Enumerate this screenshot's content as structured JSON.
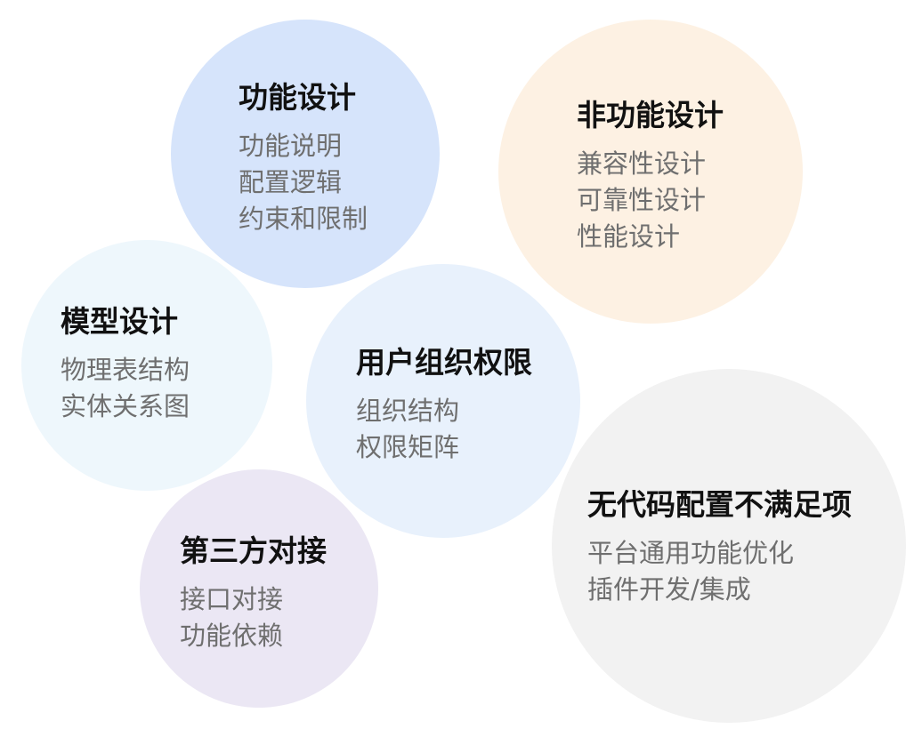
{
  "colors": {
    "functional": "#d6e4fb",
    "non_functional": "#fdf1e3",
    "model": "#eef7fc",
    "org": "#e8f1fc",
    "third_party": "#ebe7f4",
    "no_code": "#f2f2f2"
  },
  "bubbles": {
    "functional": {
      "title": "功能设计",
      "items": [
        "功能说明",
        "配置逻辑",
        "约束和限制"
      ]
    },
    "non_functional": {
      "title": "非功能设计",
      "items": [
        "兼容性设计",
        "可靠性设计",
        "性能设计"
      ]
    },
    "model": {
      "title": "模型设计",
      "items": [
        "物理表结构",
        "实体关系图"
      ]
    },
    "org": {
      "title": "用户组织权限",
      "items": [
        "组织结构",
        "权限矩阵"
      ]
    },
    "third_party": {
      "title": "第三方对接",
      "items": [
        "接口对接",
        "功能依赖"
      ]
    },
    "no_code": {
      "title": "无代码配置不满足项",
      "items": [
        "平台通用功能优化",
        "插件开发/集成"
      ]
    }
  }
}
